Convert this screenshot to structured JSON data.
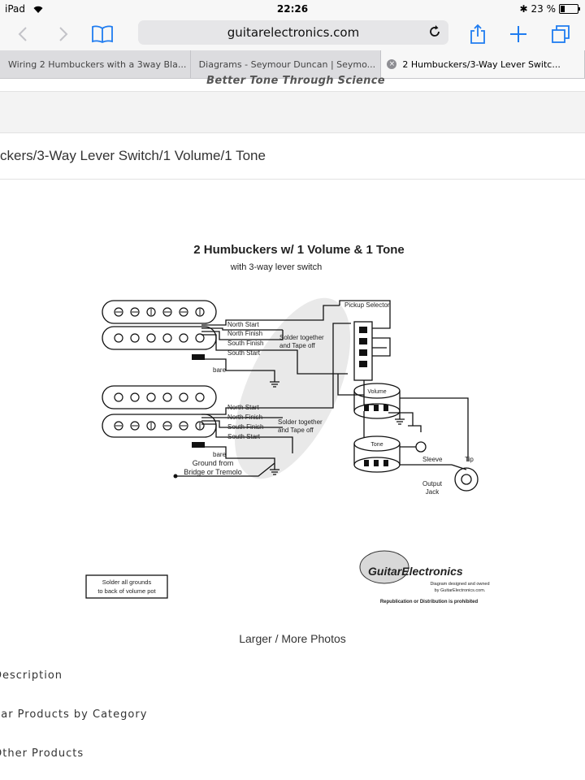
{
  "status_bar": {
    "device": "iPad",
    "time": "22:26",
    "battery_percent": "23 %",
    "battery_level": 0.23
  },
  "browser": {
    "url": "guitarelectronics.com",
    "tabs": [
      {
        "label": "Wiring 2 Humbuckers with a 3way Bla..."
      },
      {
        "label": "Diagrams - Seymour Duncan | Seymo..."
      },
      {
        "label": "2 Humbuckers/3-Way Lever Switc..."
      }
    ],
    "close_glyph": "×"
  },
  "page": {
    "tagline": "Better Tone Through Science",
    "product_title": "ckers/3-Way Lever Switch/1 Volume/1 Tone",
    "more_photos": "Larger / More Photos",
    "sections": [
      "Description",
      "ilar Products by Category",
      "Other Products"
    ]
  },
  "diagram": {
    "title": "2 Humbuckers w/ 1 Volume & 1 Tone",
    "subtitle": "with 3-way lever switch",
    "wire_labels_top": [
      "North Start",
      "North Finish",
      "South Finish",
      "South Start"
    ],
    "wire_labels_bottom": [
      "North Start",
      "North Finish",
      "South Finish",
      "South Start"
    ],
    "solder_note": [
      "Solder together",
      "and Tape off"
    ],
    "bare": "bare",
    "ground_note": [
      "Ground from",
      "Bridge or Tremolo"
    ],
    "pickup_selector": "Pickup Selector",
    "volume": "Volume",
    "tone": "Tone",
    "sleeve": "Sleeve",
    "tip": "Tip",
    "output_jack": [
      "Output",
      "Jack"
    ],
    "ground_box": [
      "Solder all grounds",
      "to back of volume pot"
    ],
    "logo": "GuitarElectronics",
    "logo_lines": [
      "Diagram designed and owned",
      "by GuitarElectronics.com.",
      "Republication or Distribution is prohibited"
    ]
  }
}
